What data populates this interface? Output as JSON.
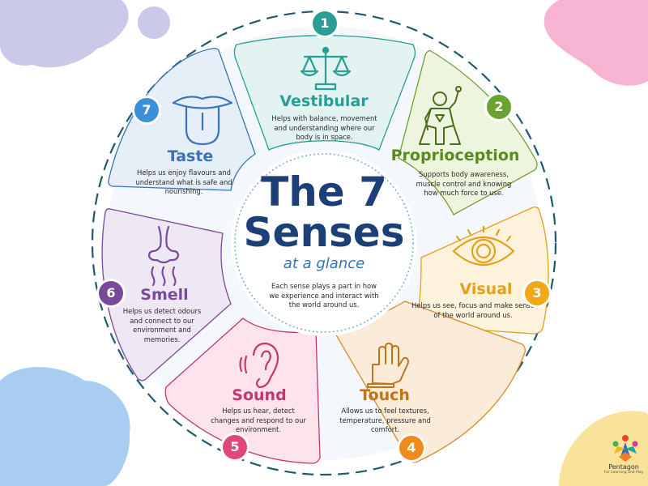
{
  "title": "The 7 Senses",
  "title_line1": "The 7",
  "title_line2": "Senses",
  "subtitle": "at a glance",
  "center_description": "Each sense plays a part in how we experience and interact with the world around us.",
  "brand": {
    "name": "Pentagon",
    "tagline": "For Learning and Play"
  },
  "colors": {
    "vestibular": "#2a9d96",
    "proprioception": "#5a8a1f",
    "visual": "#e3a019",
    "touch": "#c4731a",
    "sound": "#c2386b",
    "smell": "#7a4a9a",
    "taste": "#3b73b9",
    "title": "#1d3f78",
    "subtitle": "#2f75c0"
  },
  "senses": [
    {
      "number": "1",
      "name": "Vestibular",
      "icon": "balance-scale-icon",
      "description": "Helps with balance, movement and understanding where our body is in space."
    },
    {
      "number": "2",
      "name": "Proprioception",
      "icon": "superhero-icon",
      "description": "Supports body awareness, muscle control and knowing how much force to use."
    },
    {
      "number": "3",
      "name": "Visual",
      "icon": "eye-icon",
      "description": "Helps us see, focus and make sense of the world around us."
    },
    {
      "number": "4",
      "name": "Touch",
      "icon": "hand-icon",
      "description": "Allows us to feel textures, temperature, pressure and comfort."
    },
    {
      "number": "5",
      "name": "Sound",
      "icon": "ear-icon",
      "description": "Helps us hear, detect changes and respond to our environment."
    },
    {
      "number": "6",
      "name": "Smell",
      "icon": "nose-icon",
      "description": "Helps us detect odours and connect to our environment and memories."
    },
    {
      "number": "7",
      "name": "Taste",
      "icon": "tongue-icon",
      "description": "Helps us enjoy flavours and understand what is safe and nourishing."
    }
  ]
}
